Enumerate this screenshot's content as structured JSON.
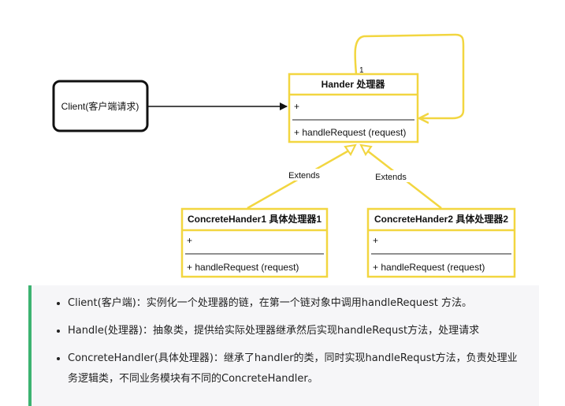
{
  "diagram": {
    "client_label": "Client(客户端请求)",
    "multiplicity": "1",
    "handler": {
      "title": "Hander 处理器",
      "attr": "+",
      "method": "+ handleRequest (request)"
    },
    "extends_left": "Extends",
    "extends_right": "Extends",
    "concrete1": {
      "title": "ConcreteHander1  具体处理器1",
      "attr": "+",
      "method": "+ handleRequest (request)"
    },
    "concrete2": {
      "title": "ConcreteHander2  具体处理器2",
      "attr": "+",
      "method": "+ handleRequest (request)"
    },
    "colors": {
      "class_border": "#f2d640",
      "client_border": "#111111",
      "arrow": "#111111"
    }
  },
  "notes": {
    "items": [
      "Client(客户端)：实例化一个处理器的链，在第一个链对象中调用handleRequest 方法。",
      "Handle(处理器)：抽象类，提供给实际处理器继承然后实现handleRequst方法，处理请求",
      "ConcreteHandler(具体处理器)：继承了handler的类，同时实现handleRequst方法，负责处理业务逻辑类，不同业务模块有不同的ConcreteHandler。"
    ],
    "accent_color": "#3cb371"
  }
}
